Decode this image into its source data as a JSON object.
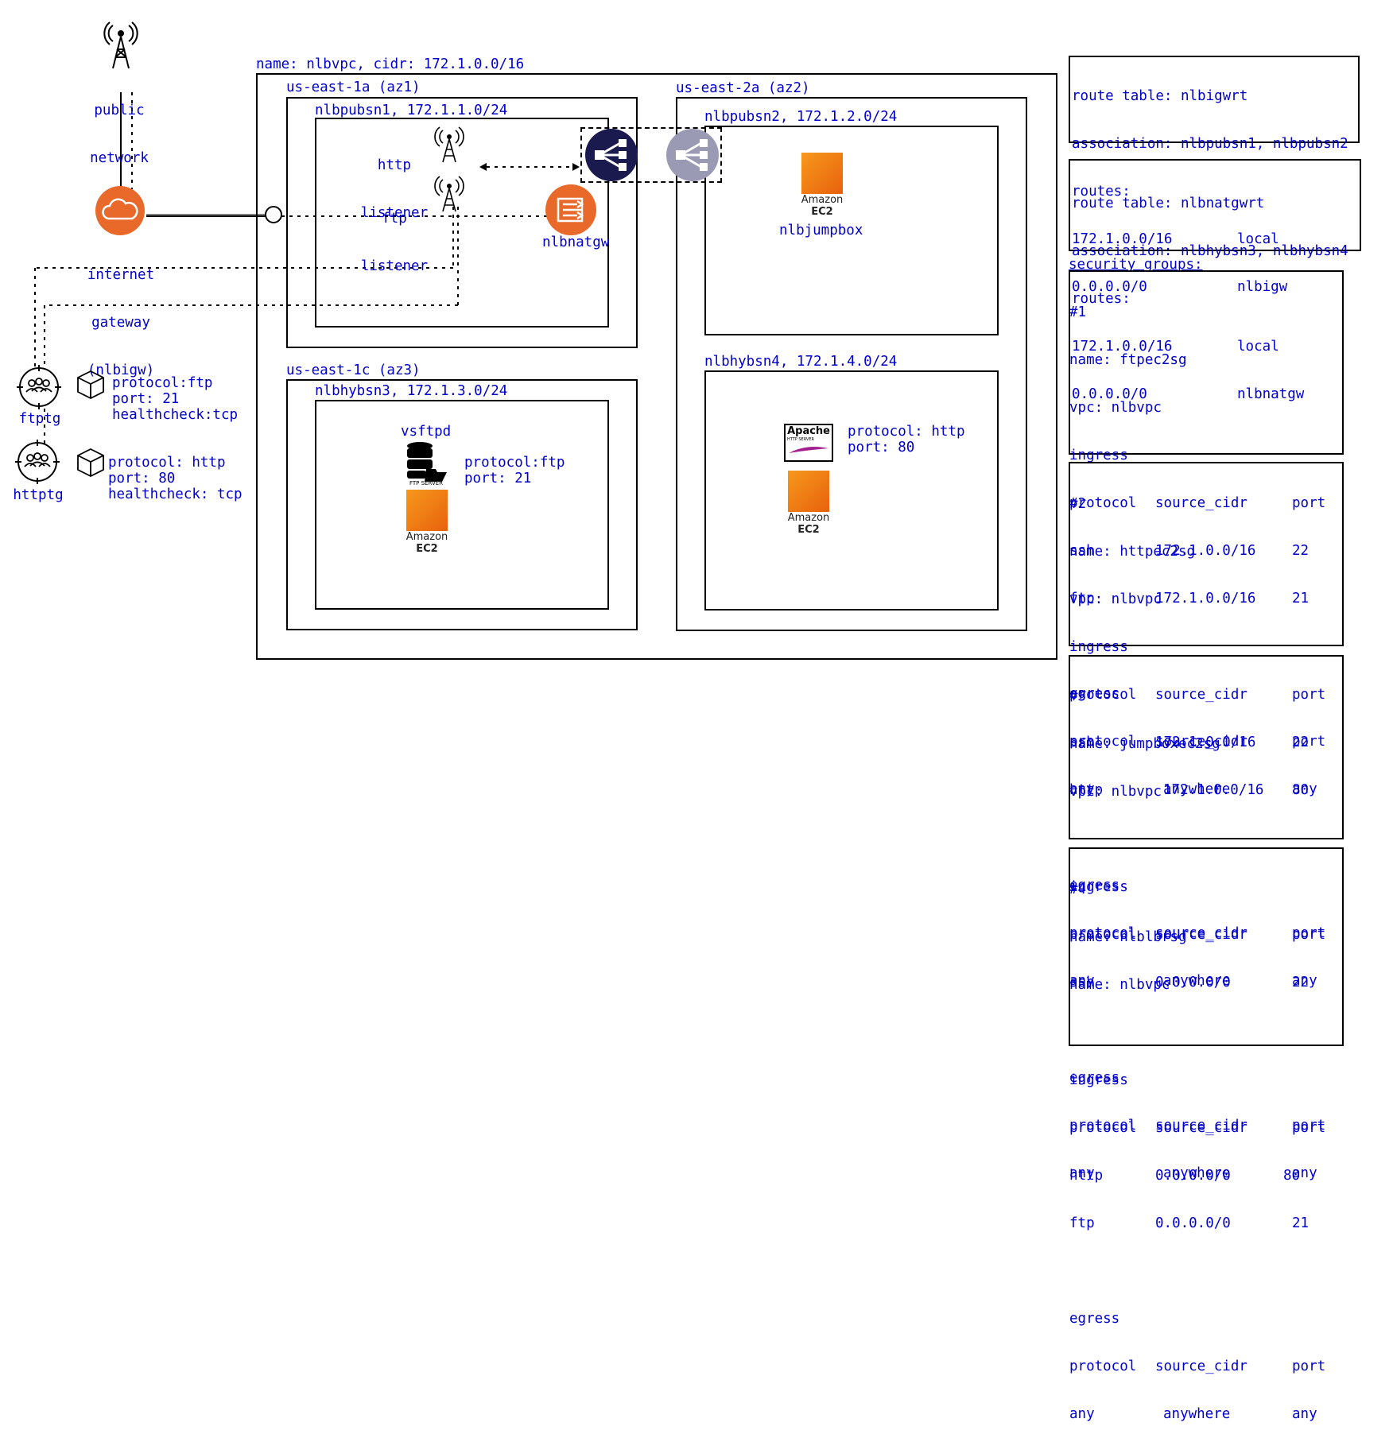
{
  "colors": {
    "text": "#0000cc",
    "border": "#000000",
    "aws_orange": "#e8692a",
    "nlb_dark": "#1a1a4e",
    "nlb_ghost": "#9a9ab4"
  },
  "public_network": {
    "line1": "public",
    "line2": "network",
    "icon": "antenna-tower-icon"
  },
  "internet_gateway": {
    "line1": "internet",
    "line2": "gateway",
    "line3": "(nlbigw)",
    "icon": "cloud-icon"
  },
  "vpc": {
    "label": "name: nlbvpc, cidr: 172.1.0.0/16"
  },
  "az1": {
    "label": "us-east-1a (az1)"
  },
  "az2": {
    "label": "us-east-2a (az2)"
  },
  "az3": {
    "label": "us-east-1c (az3)"
  },
  "subnets": {
    "pub1": "nlbpubsn1, 172.1.1.0/24",
    "pub2": "nlbpubsn2, 172.1.2.0/24",
    "hy3": "nlbhybsn3, 172.1.3.0/24",
    "hy4": "nlbhybsn4, 172.1.4.0/24"
  },
  "listeners": {
    "http": {
      "line1": "http",
      "line2": "listener"
    },
    "ftp": {
      "line1": "ftp",
      "line2": "listener"
    }
  },
  "natgw": {
    "label": "nlbnatgw",
    "icon": "nat-gateway-icon"
  },
  "jumpbox": {
    "label": "nlbjumpbox"
  },
  "ec2": {
    "line1": "Amazon",
    "line2": "EC2"
  },
  "vsftpd": {
    "label": "vsftpd",
    "server_caption": "FTP SERVER",
    "protocol": "protocol:ftp",
    "port": "port: 21"
  },
  "apache": {
    "brand": "Apache",
    "sub": "HTTP SERVER",
    "protocol": "protocol: http",
    "port": "port: 80"
  },
  "target_groups": {
    "ftp": {
      "name": "ftptg",
      "protocol": "protocol:ftp",
      "port": "port: 21",
      "healthcheck": "healthcheck:tcp"
    },
    "http": {
      "name": "httptg",
      "protocol": "protocol: http",
      "port": "port: 80",
      "healthcheck": "healthcheck: tcp"
    }
  },
  "route_tables": [
    {
      "title": "route table: nlbigwrt",
      "association": "association: nlbpubsn1, nlbpubsn2",
      "routes_label": "routes:",
      "routes": [
        {
          "cidr": "172.1.0.0/16",
          "target": "local"
        },
        {
          "cidr": "0.0.0.0/0",
          "target": "nlbigw"
        }
      ]
    },
    {
      "title": "route table: nlbnatgwrt",
      "association": "association: nlbhybsn3, nlbhybsn4",
      "routes_label": "routes:",
      "routes": [
        {
          "cidr": "172.1.0.0/16",
          "target": "local"
        },
        {
          "cidr": "0.0.0.0/0",
          "target": "nlbnatgw"
        }
      ]
    }
  ],
  "security_groups_label": "security groups:",
  "security_groups": [
    {
      "num": "#1",
      "name": "name: ftpec2sg",
      "vpc": "vpc: nlbvpc",
      "ingress": "ingress",
      "header": [
        "protocol",
        "source_cidr",
        "port"
      ],
      "rules": [
        [
          "ssh",
          "172.1.0.0/16",
          "22"
        ],
        [
          "ftp",
          "172.1.0.0/16",
          "21"
        ]
      ],
      "egress": "egress",
      "egress_header": [
        "protocol",
        "source_cidr",
        "port"
      ],
      "egress_rule": [
        "any",
        "anywhere",
        "any"
      ]
    },
    {
      "num": "#2",
      "name": "name: httpec2sg",
      "vpc": "vpc: nlbvpc",
      "ingress": "ingress",
      "header": [
        "protocol",
        "source_cidr",
        "port"
      ],
      "rules": [
        [
          "ssh",
          "172.1.0.0/16",
          "22"
        ],
        [
          "http",
          "172.1.0.0/16",
          "80"
        ]
      ],
      "egress": "egress",
      "egress_header": [
        "protocol",
        "source_cidr",
        "port"
      ],
      "egress_rule": [
        "any",
        "anywhere",
        "any"
      ]
    },
    {
      "num": "#3",
      "name": "name: jumpboxec2sg",
      "vpc": "vpc: nlbvpc",
      "ingress": "ingress",
      "header": [
        "protocol",
        "source_cidr",
        "port"
      ],
      "rules": [
        [
          "ssh",
          "0.0.0.0/0",
          "22"
        ]
      ],
      "egress": "egress",
      "egress_header": [
        "protocol",
        "source_cidr",
        "port"
      ],
      "egress_rule": [
        "any",
        "anywhere",
        "any"
      ]
    },
    {
      "num": "#4",
      "name": "name: nlblbrsg",
      "vpc": "name: nlbvpc",
      "ingress": "ingress",
      "header": [
        "protocol",
        "source_cidr",
        "port"
      ],
      "rules": [
        [
          "http",
          "0.0.0.0/0",
          "80"
        ],
        [
          "ftp",
          "0.0.0.0/0",
          "21"
        ]
      ],
      "egress": "egress",
      "egress_header": [
        "protocol",
        "source_cidr",
        "port"
      ],
      "egress_rule": [
        "any",
        "anywhere",
        "any"
      ]
    }
  ]
}
